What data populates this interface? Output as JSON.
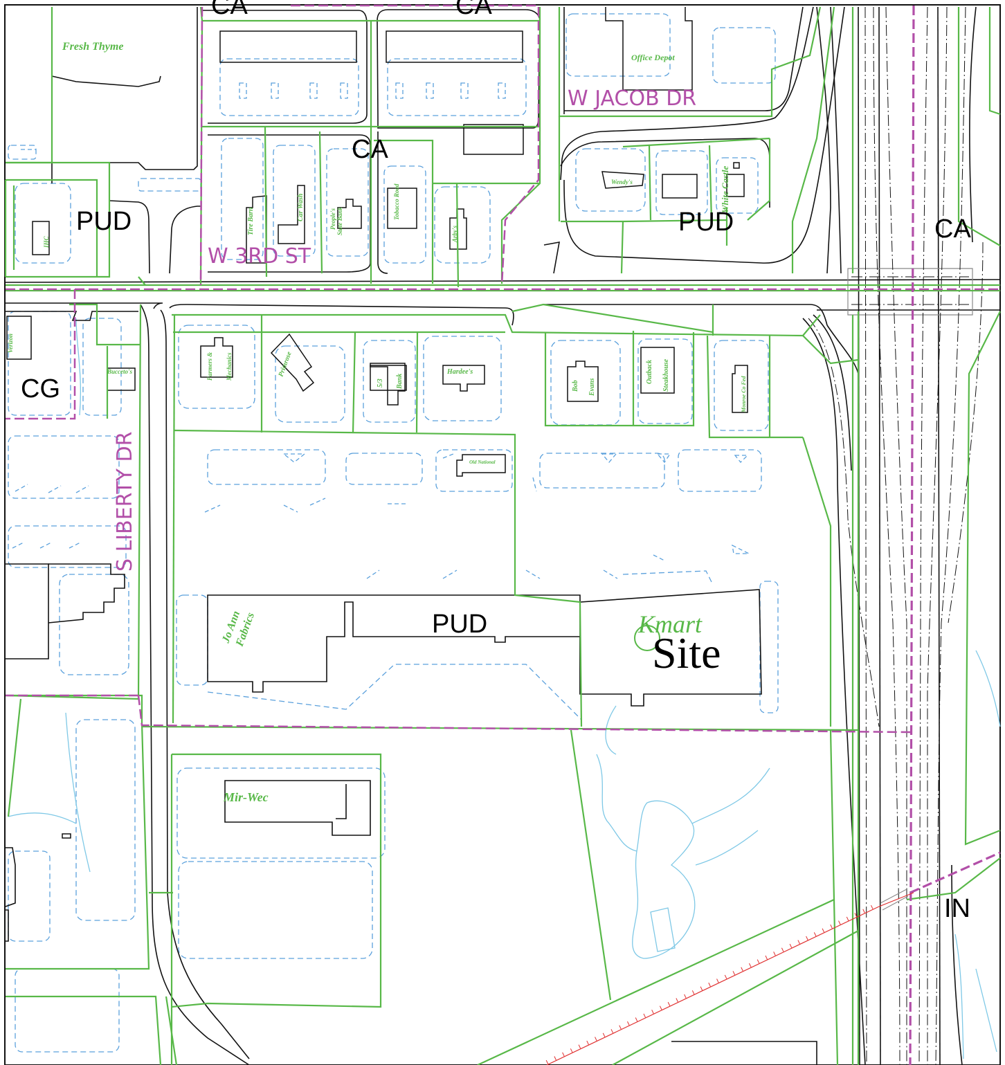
{
  "map": {
    "colors": {
      "parcel": "#58b848",
      "road": "#111111",
      "zone_boundary": "#b24fa8",
      "parking": "#5aa0dc",
      "water": "#7ec8e6",
      "rail": "#e03030"
    },
    "zones": {
      "ca_top_left": "CA",
      "ca_top_right": "CA",
      "ca_mid": "CA",
      "pud_left": "PUD",
      "pud_right": "PUD",
      "ca_east": "CA",
      "cg": "CG",
      "pud_center": "PUD",
      "in": "IN"
    },
    "streets": {
      "jacob": "W JACOB DR",
      "third": "W 3RD ST",
      "liberty": "S LIBERTY DR"
    },
    "businesses": {
      "fresh_thyme": "Fresh Thyme",
      "office_depot": "Office Depot",
      "wendys": "Wendy's",
      "white_castle": "White Castle",
      "tire_barn": "Tire Barn",
      "car_wash": "Car Wash",
      "peoples_bank": "People's",
      "peoples_bank2": "State Bank",
      "tobacco_road": "Tobacco Road",
      "arbys": "Arby's",
      "ihc": "IHC",
      "verizon": "Verizon",
      "buccetos": "Bucceto's",
      "farmers1": "Farmers &",
      "farmers2": "Mechanics",
      "primrose": "Primrose",
      "fifth_third1": "5/3",
      "fifth_third2": "Bank",
      "hardees": "Hardee's",
      "bob1": "Bob",
      "bob2": "Evans",
      "outback1": "Outback",
      "outback2": "Steakhouse",
      "monroe": "Monroe Co Fed",
      "old_national": "Old National",
      "jo_ann1": "Jo Ann",
      "jo_ann2": "Fabrics",
      "kmart": "Kmart",
      "mir_wec": "Mir-Wec"
    },
    "site_label": "Site"
  }
}
